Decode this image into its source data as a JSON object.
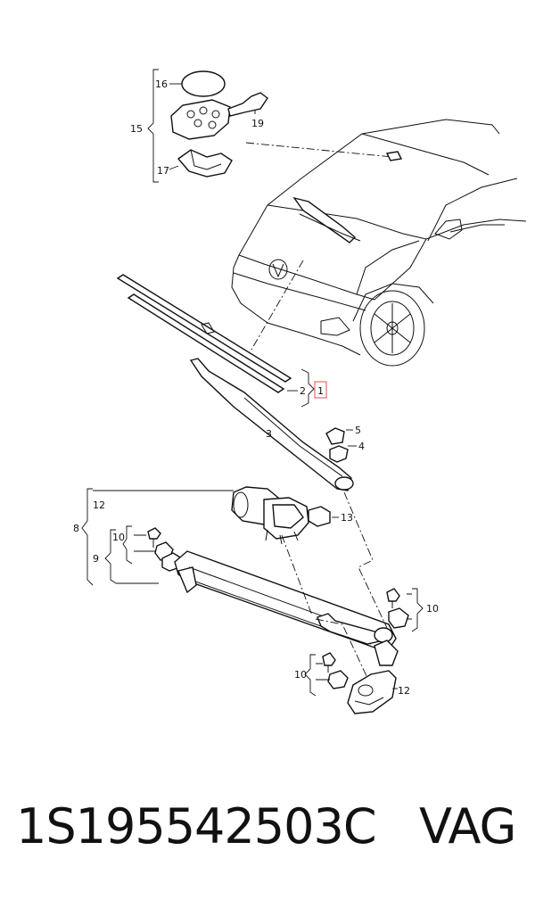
{
  "callouts": {
    "c1": "1",
    "c2": "2",
    "c3": "3",
    "c4": "4",
    "c5": "5",
    "c8": "8",
    "c9": "9",
    "c10a": "10",
    "c10b": "10",
    "c10c": "10",
    "c12a": "12",
    "c12b": "12",
    "c13": "13",
    "c15": "15",
    "c16": "16",
    "c17": "17",
    "c19": "19"
  },
  "caption": {
    "part_number": "1S195542503C",
    "brand": "VAG"
  },
  "colors": {
    "ink": "#111111",
    "highlight": "#e05050",
    "background": "#ffffff"
  }
}
